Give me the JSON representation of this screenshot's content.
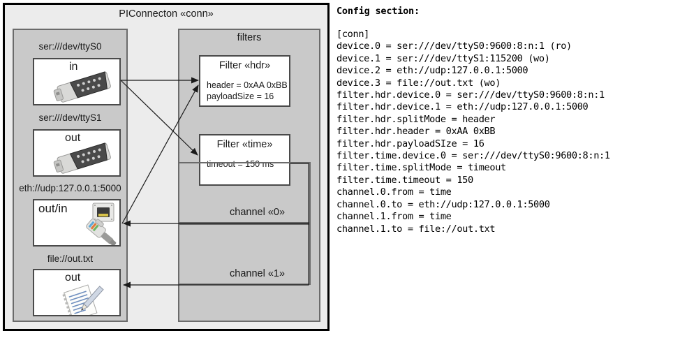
{
  "diagram": {
    "title": "PIConnecton «conn»",
    "devices_panel": {
      "items": [
        {
          "label": "ser:///dev/ttyS0",
          "io": "in",
          "icon": "serial-port-icon"
        },
        {
          "label": "ser:///dev/ttyS1",
          "io": "out",
          "icon": "serial-port-icon"
        },
        {
          "label": "eth://udp:127.0.0.1:5000",
          "io": "out/in",
          "icon": "ethernet-plug-icon"
        },
        {
          "label": "file://out.txt",
          "io": "out",
          "icon": "text-file-icon"
        }
      ]
    },
    "filters_panel": {
      "title": "filters",
      "filters": [
        {
          "title": "Filter «hdr»",
          "attrs": [
            "header = 0xAA 0xBB",
            "payloadSize = 16"
          ]
        },
        {
          "title": "Filter «time»",
          "attrs": [
            "timeout = 150 ms"
          ]
        }
      ],
      "channels": [
        {
          "label": "channel «0»"
        },
        {
          "label": "channel «1»"
        }
      ]
    }
  },
  "config": {
    "heading": "Config section:",
    "lines": "[conn]\ndevice.0 = ser:///dev/ttyS0:9600:8:n:1 (ro)\ndevice.1 = ser:///dev/ttyS1:115200 (wo)\ndevice.2 = eth://udp:127.0.0.1:5000\ndevice.3 = file://out.txt (wo)\nfilter.hdr.device.0 = ser:///dev/ttyS0:9600:8:n:1\nfilter.hdr.device.1 = eth://udp:127.0.0.1:5000\nfilter.hdr.splitMode = header\nfilter.hdr.header = 0xAA 0xBB\nfilter.hdr.payloadSIze = 16\nfilter.time.device.0 = ser:///dev/ttyS0:9600:8:n:1\nfilter.time.splitMode = timeout\nfilter.time.timeout = 150\nchannel.0.from = time\nchannel.0.to = eth://udp:127.0.0.1:5000\nchannel.1.from = time\nchannel.1.to = file://out.txt"
  },
  "colors": {
    "canvas": "#ffffff",
    "outer_fill": "#ececec",
    "panel_fill": "#c9c9c9",
    "panel_border": "#6b6b6b",
    "box_fill": "#ffffff",
    "box_border": "#4a4a4a",
    "outer_border": "#000000",
    "text": "#1a1a1a"
  }
}
